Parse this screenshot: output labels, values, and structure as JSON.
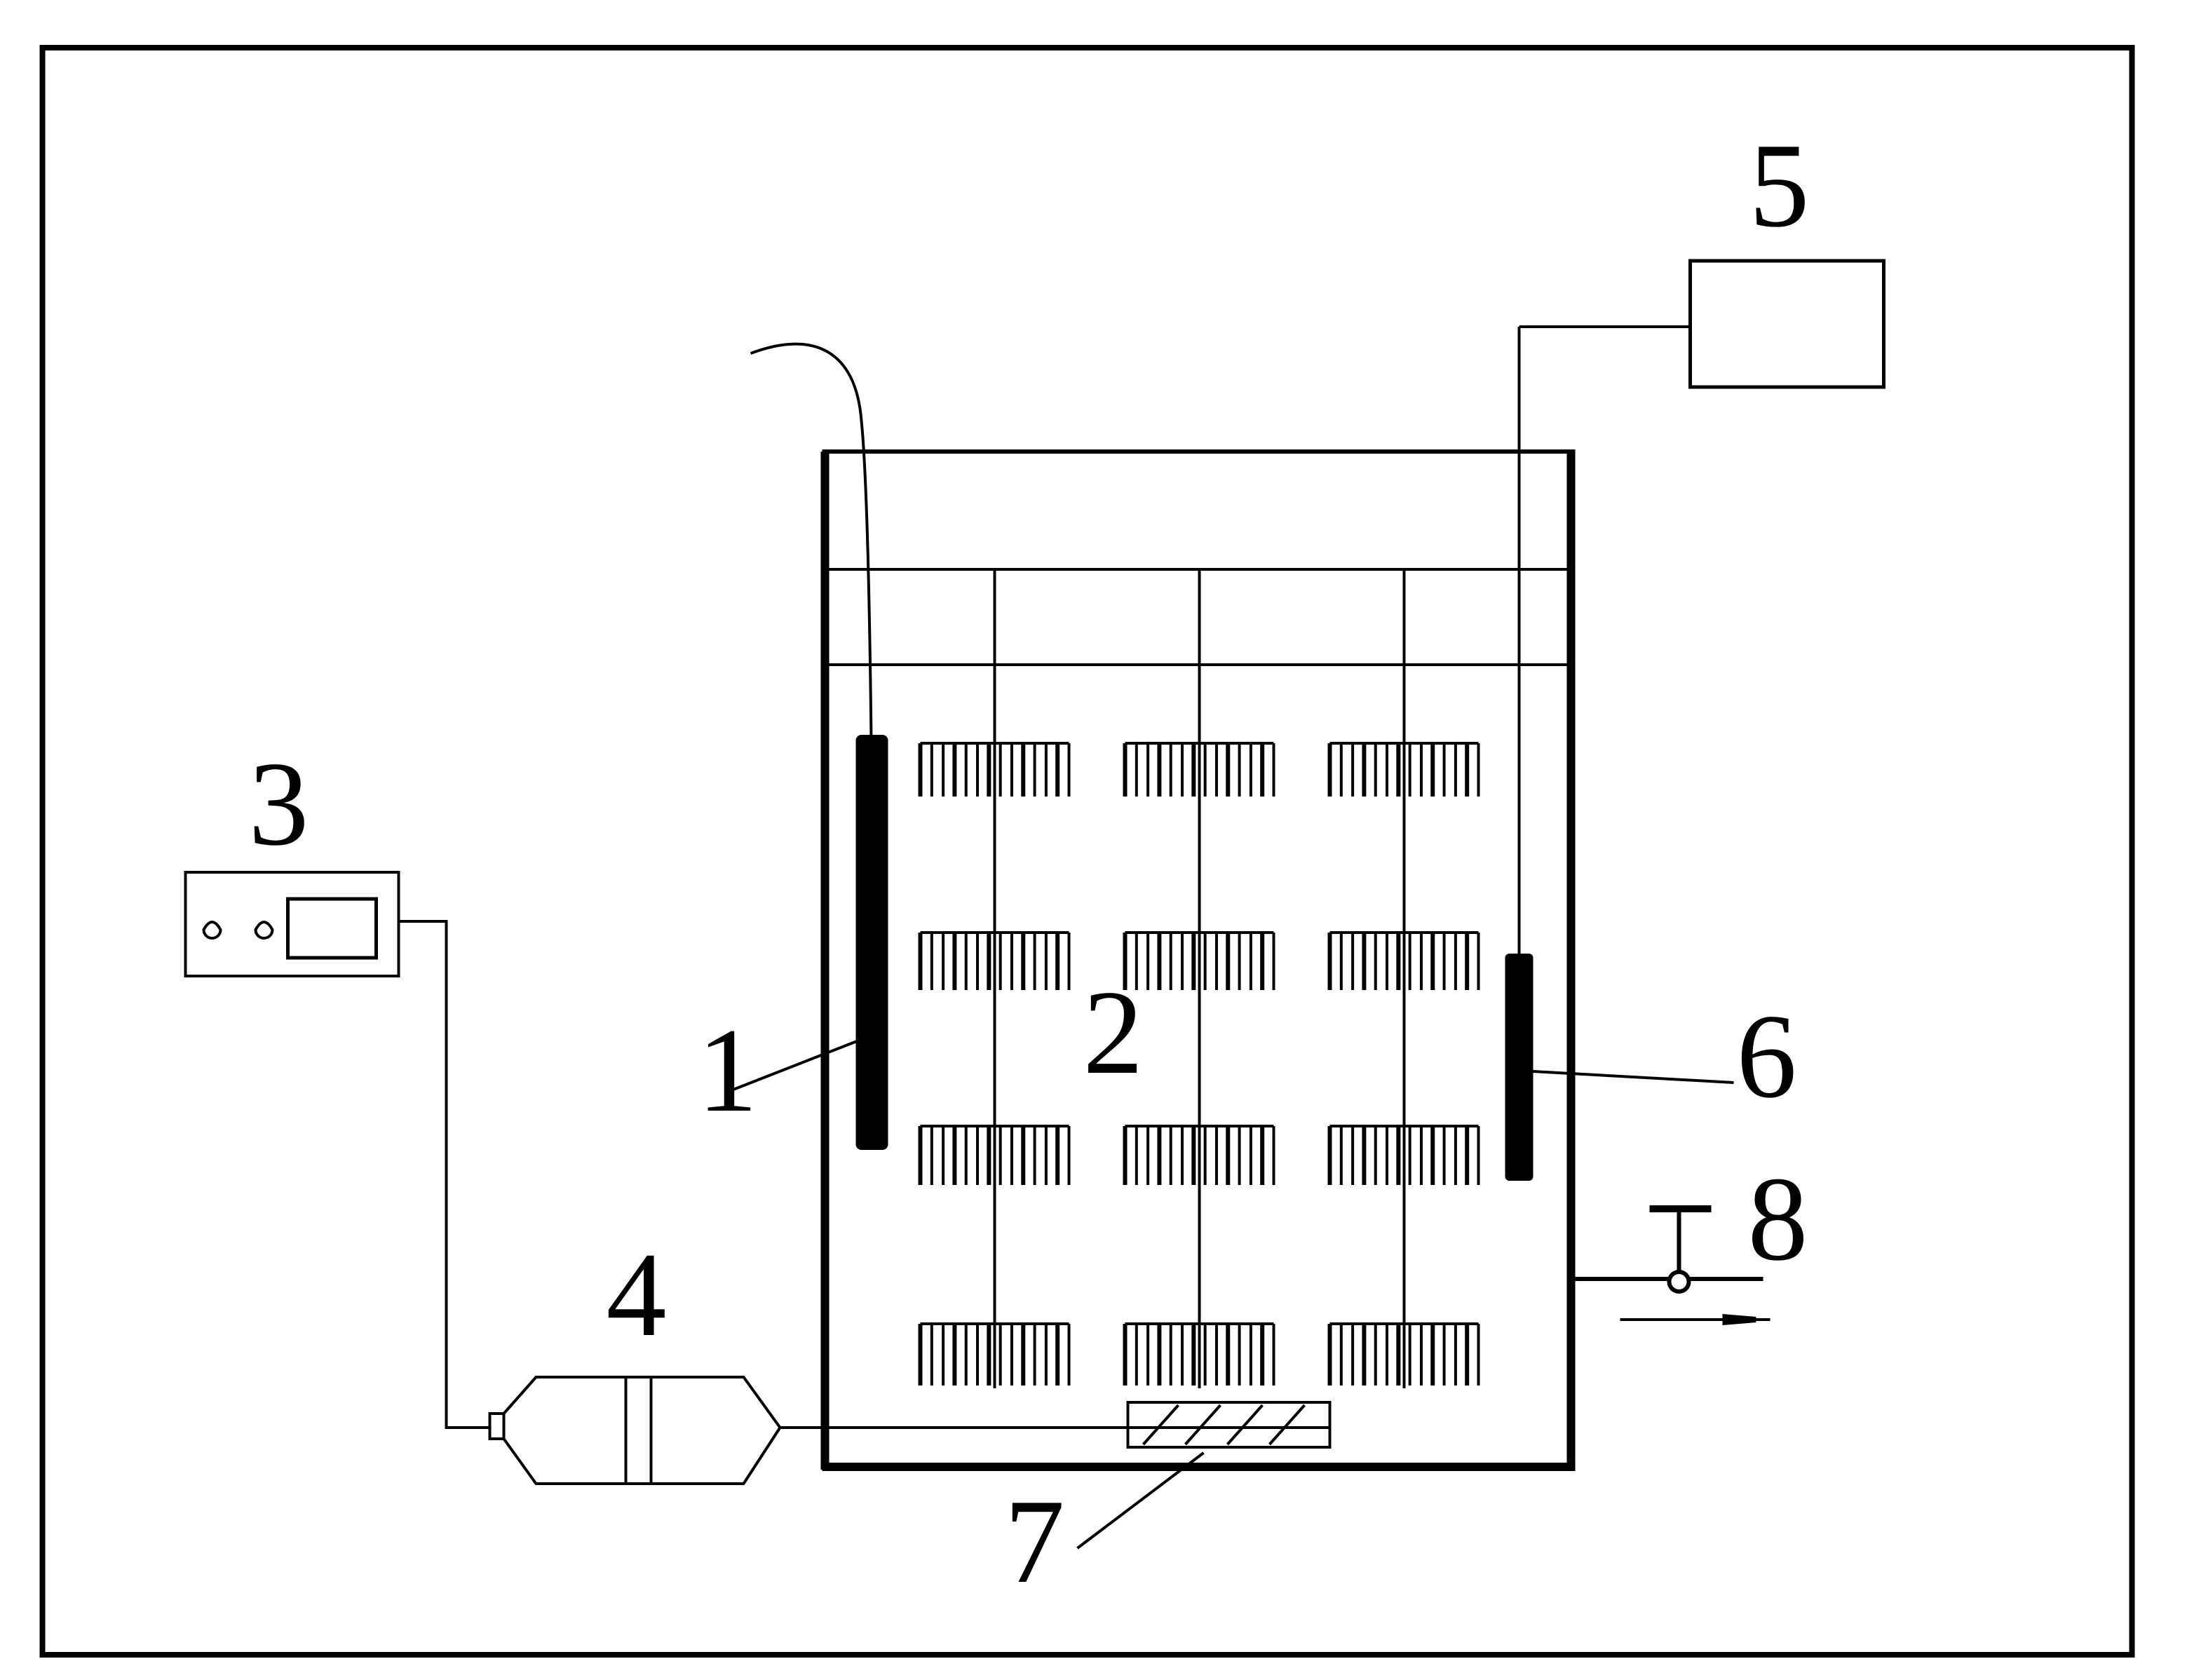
{
  "labels": {
    "l1": "1",
    "l2": "2",
    "l3": "3",
    "l4": "4",
    "l5": "5",
    "l6": "6",
    "l7": "7",
    "l8": "8"
  },
  "colors": {
    "line": "#000000",
    "background": "#ffffff"
  }
}
